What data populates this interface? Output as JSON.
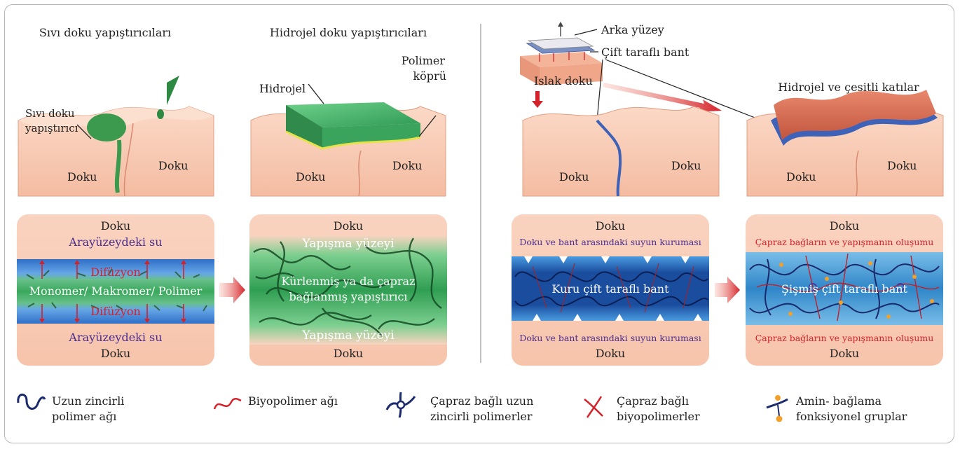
{
  "colors": {
    "tissue": "#f7c6ad",
    "tissue_side": "#f2b398",
    "green": "#3aa85c",
    "blue": "#1d6fc0",
    "red": "#d4222a",
    "purple": "#4a2d8f",
    "navy": "#1a2a6c"
  },
  "panel1": {
    "title": "Sıvı doku yapıştırıcıları",
    "adhesive_label_1": "Sıvı doku",
    "adhesive_label_2": "yapıştırıcı",
    "tissue_left": "Doku",
    "tissue_right": "Doku",
    "box_top": "Doku",
    "water_top": "Arayüzeydeki su",
    "diffusion_top": "Difüzyon",
    "middle": "Monomer/ Makromer/ Polimer",
    "diffusion_bottom": "Difüzyon",
    "water_bottom": "Arayüzeydeki su",
    "box_bottom": "Doku"
  },
  "panel2": {
    "title": "Hidrojel doku yapıştırıcıları",
    "hydrogel_label": "Hidrojel",
    "polymer_label_1": "Polimer",
    "polymer_label_2": "köprü",
    "tissue_left": "Doku",
    "tissue_right": "Doku",
    "box_top": "Doku",
    "surface_top": "Yapışma yüzeyi",
    "middle_1": "Kürlenmiş ya da çapraz",
    "middle_2": "bağlanmış yapıştırıcı",
    "surface_bottom": "Yapışma yüzeyi",
    "box_bottom": "Doku"
  },
  "panel3": {
    "back_surface": "Arka yüzey",
    "double_tape": "Çift taraflı bant",
    "wet_tissue": "Islak doku",
    "tissue_left": "Doku",
    "tissue_right": "Doku",
    "box_top": "Doku",
    "drying_top": "Doku ve bant arasındaki suyun kuruması",
    "middle": "Kuru çift taraflı bant",
    "drying_bottom": "Doku ve bant arasındaki suyun kuruması",
    "box_bottom": "Doku"
  },
  "panel4": {
    "title": "Hidrojel ve çeşitli katılar",
    "tissue_left": "Doku",
    "tissue_right": "Doku",
    "box_top": "Doku",
    "crosslink_top": "Çapraz bağların ve yapışmanın oluşumu",
    "middle": "Şişmiş çift taraflı bant",
    "crosslink_bottom": "Çapraz bağların ve yapışmanın oluşumu",
    "box_bottom": "Doku"
  },
  "legend": [
    {
      "icon": "long-chain-polymer-icon",
      "line1": "Uzun zincirli",
      "line2": "polimer ağı"
    },
    {
      "icon": "biopolymer-network-icon",
      "line1": "Biyopolimer ağı",
      "line2": ""
    },
    {
      "icon": "crosslinked-long-chain-icon",
      "line1": "Çapraz bağlı uzun",
      "line2": "zincirli polimerler"
    },
    {
      "icon": "crosslinked-biopolymer-icon",
      "line1": "Çapraz bağlı",
      "line2": "biyopolimerler"
    },
    {
      "icon": "amine-binding-icon",
      "line1": "Amin- bağlama",
      "line2": "fonksiyonel gruplar"
    }
  ]
}
